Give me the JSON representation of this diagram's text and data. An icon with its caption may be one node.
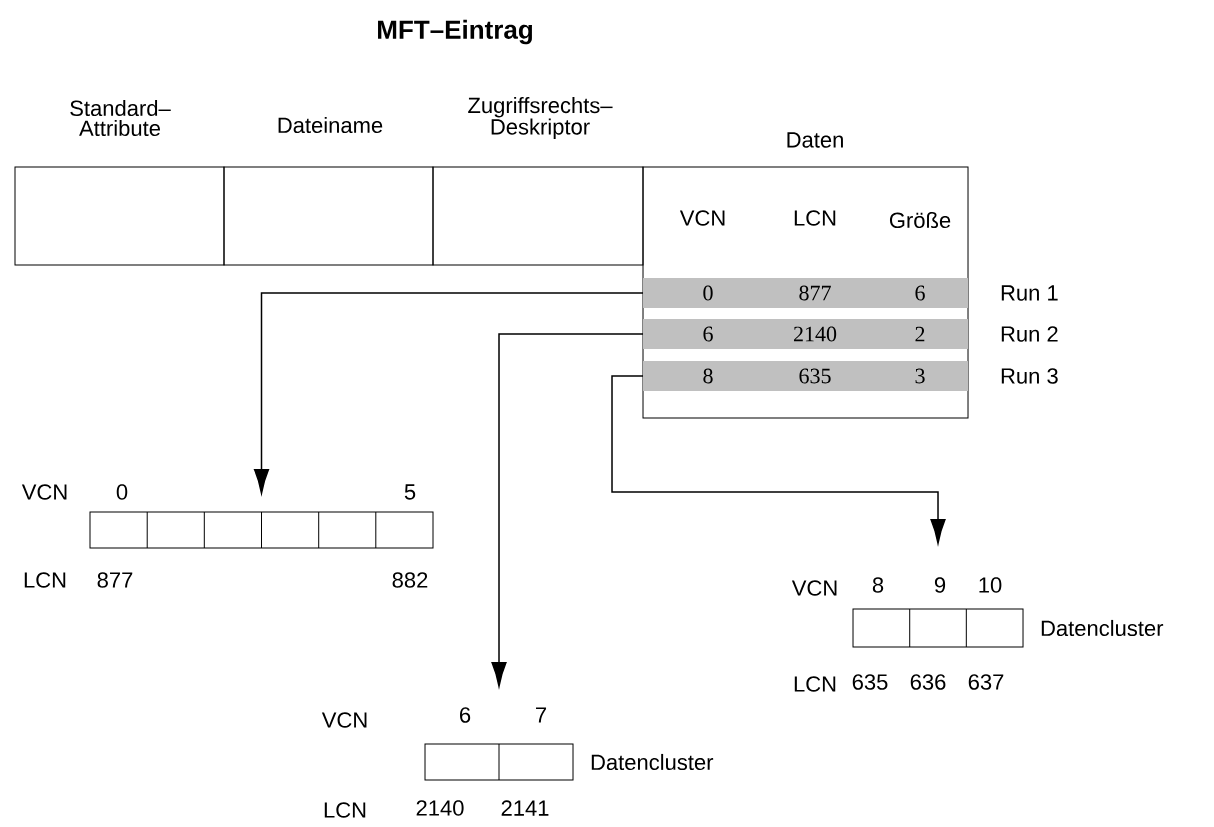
{
  "diagram": {
    "title": "MFT–Eintrag",
    "nodes": [
      {
        "text": [
          "Standard– Attribute"
        ]
      },
      {
        "text": [
          "Dateiname"
        ]
      },
      {
        "text": [
          "Zugriffsrechts– Deskriptor"
        ]
      },
      {
        "text": [
          "Daten",
          "VCN",
          "LCN",
          "Größe"
        ]
      },
      {
        "text": [
          "0",
          "877",
          "6"
        ],
        "beside": [
          "Run 1"
        ],
        "in": 3
      },
      {
        "text": [
          "6",
          "2140",
          "2"
        ],
        "beside": [
          "Run 2"
        ],
        "in": 3
      },
      {
        "text": [
          "8",
          "635",
          "3"
        ],
        "beside": [
          "Run 3"
        ],
        "in": 3
      },
      {
        "text": [],
        "shape": "box"
      },
      {
        "text": [],
        "shape": "box",
        "beside": [
          "Datencluster"
        ]
      },
      {
        "text": [],
        "shape": "box",
        "beside": [
          "Datencluster"
        ]
      }
    ],
    "edges": [
      {
        "from": 4,
        "to": 7,
        "arrow": "to"
      },
      {
        "from": 5,
        "to": 8,
        "arrow": "to"
      },
      {
        "from": 6,
        "to": 9,
        "arrow": "to"
      }
    ],
    "labels": [
      "VCN",
      "0",
      "5",
      "LCN",
      "877",
      "882",
      "VCN",
      "8",
      "9",
      "10",
      "LCN",
      "635",
      "636",
      "637",
      "VCN",
      "6",
      "7",
      "LCN",
      "2140",
      "2141"
    ]
  }
}
